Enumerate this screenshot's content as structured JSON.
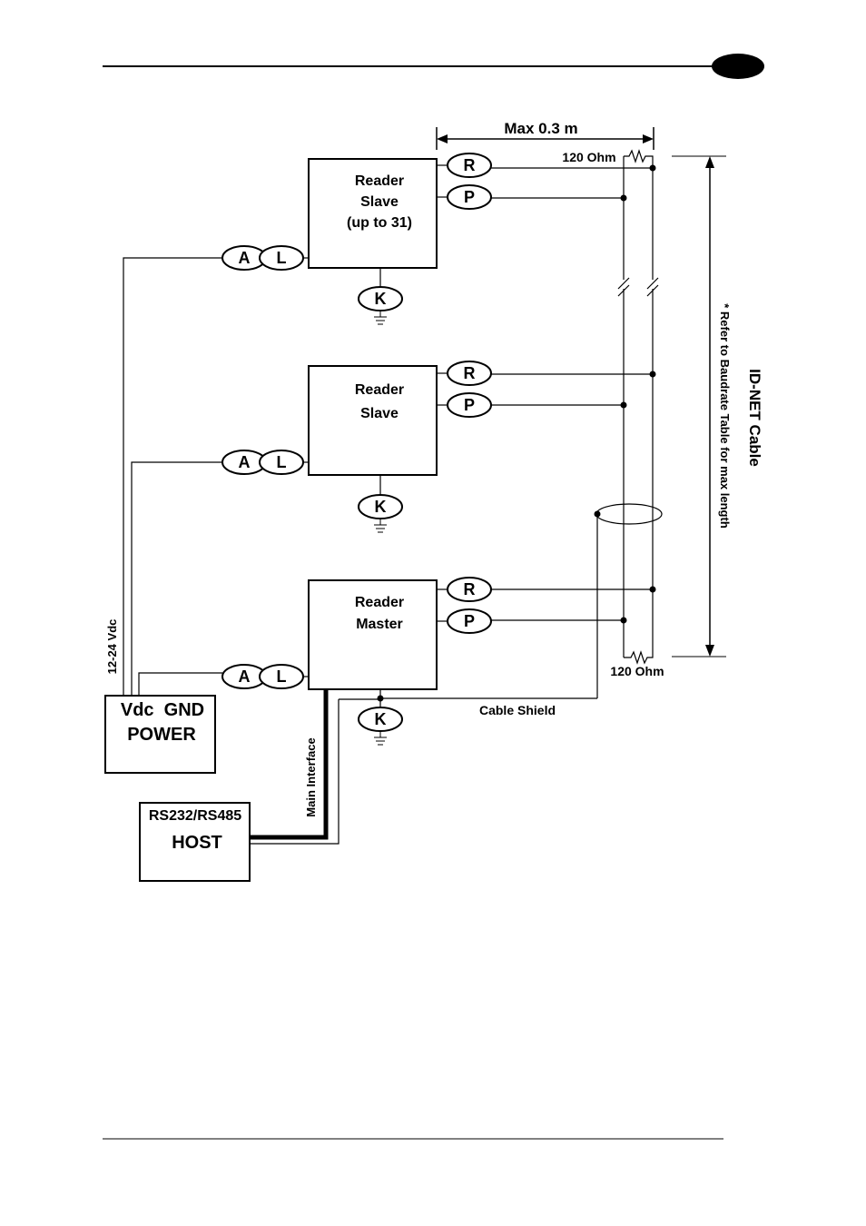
{
  "header": {
    "page_tab": ""
  },
  "dimension": {
    "max_length_label": "Max 0.3 m"
  },
  "termination": {
    "top": "120 Ohm",
    "bottom": "120 Ohm"
  },
  "cable": {
    "name": "ID-NET Cable",
    "note": "* Refer to Baudrate Table for max length",
    "shield_label": "Cable Shield"
  },
  "readers": [
    {
      "lines": [
        "Reader",
        "Slave",
        "(up to 31)"
      ]
    },
    {
      "lines": [
        "Reader",
        "Slave"
      ]
    },
    {
      "lines": [
        "Reader",
        "Master"
      ]
    }
  ],
  "pins": {
    "r": "R",
    "p": "P",
    "a": "A",
    "l": "L",
    "k": "K"
  },
  "power": {
    "line1": "Vdc  GND",
    "line2": "POWER",
    "supply_label": "12-24 Vdc"
  },
  "host": {
    "line1": "RS232/RS485",
    "line2": "HOST",
    "interface_label": "Main Interface"
  }
}
